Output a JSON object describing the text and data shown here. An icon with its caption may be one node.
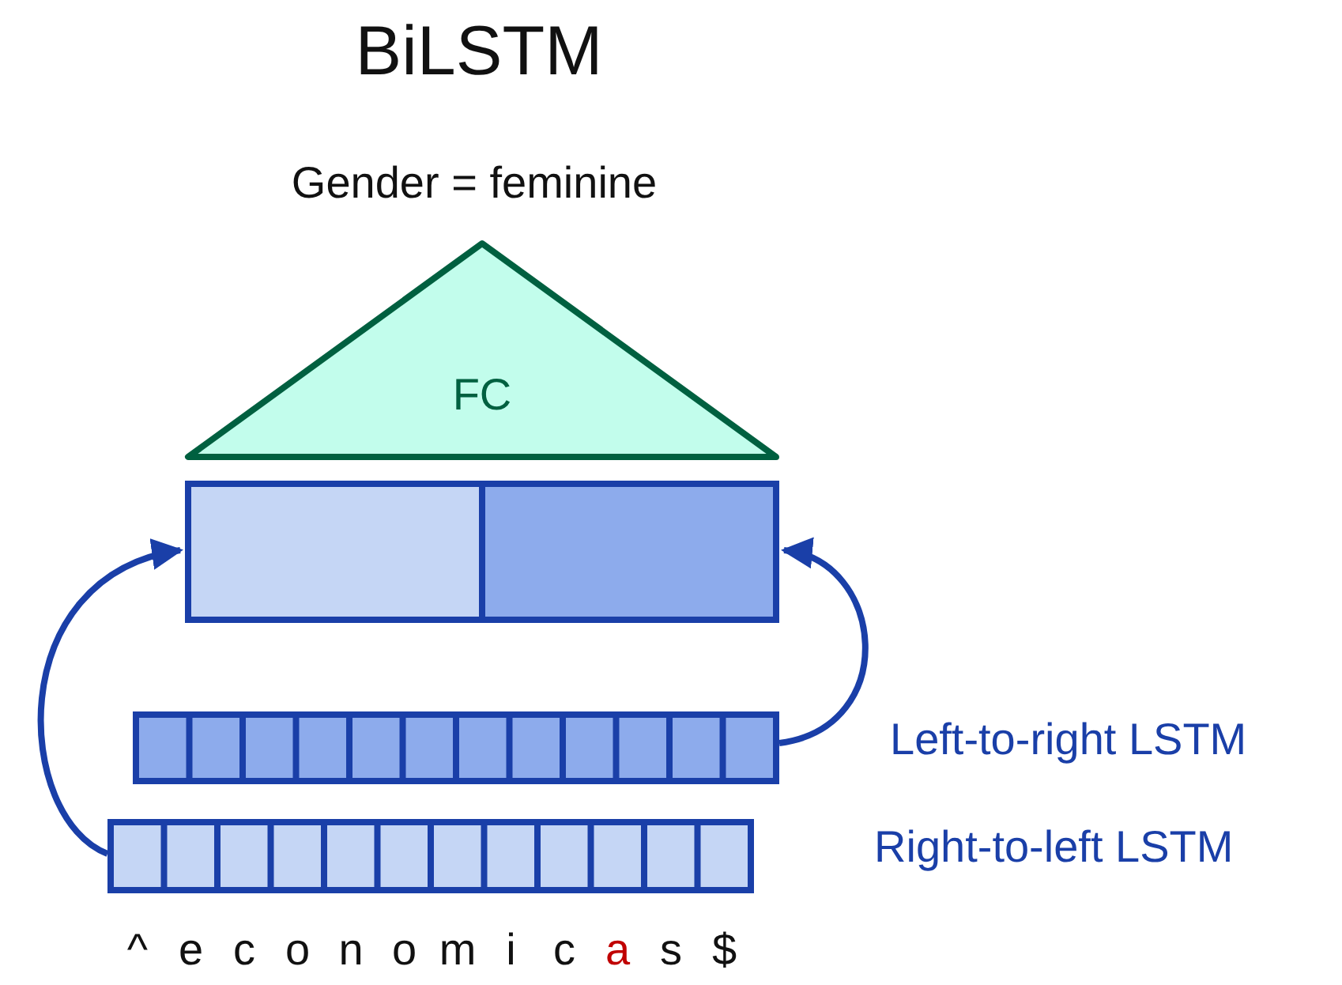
{
  "diagram": {
    "title": "BiLSTM",
    "nodes": [
      {
        "text": [
          "FC"
        ]
      },
      {
        "text": [],
        "shape": "box"
      },
      {
        "text": [],
        "shape": "bar",
        "beside": [
          "Left-to-right LSTM"
        ]
      },
      {
        "text": [],
        "shape": "bar",
        "beside": [
          "Right-to-left LSTM"
        ]
      }
    ],
    "edges": [
      {
        "from": 3,
        "to": 1,
        "arrow": "to"
      },
      {
        "from": 2,
        "to": 1,
        "arrow": "to"
      }
    ],
    "labels": [
      "Gender = feminine",
      "^",
      "e",
      "c",
      "o",
      "n",
      "o",
      "m",
      "i",
      "c",
      "a",
      "s",
      "$"
    ]
  }
}
